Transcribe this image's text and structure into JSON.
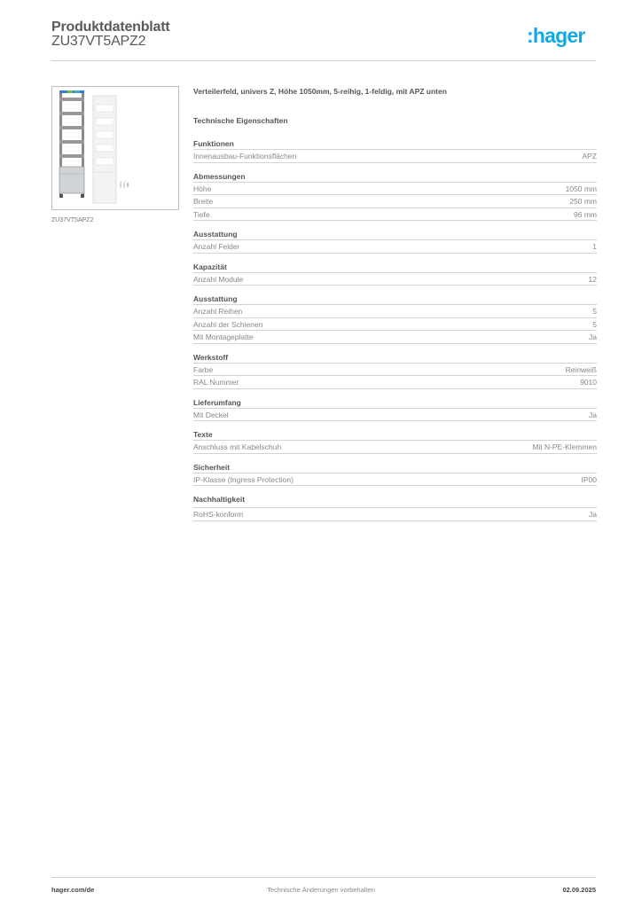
{
  "header": {
    "title": "Produktdatenblatt",
    "article_number": "ZU37VT5APZ2",
    "logo": ":hager",
    "logo_color": "#0fa9e6"
  },
  "product": {
    "image_caption": "ZU37VT5APZ2",
    "description": "Verteilerfeld, univers Z, Höhe 1050mm, 5-reihig, 1-feldig, mit APZ unten",
    "tech_title": "Technische Eigenschaften"
  },
  "sections": [
    {
      "title": "Funktionen",
      "rows": [
        {
          "label": "Innenausbau-Funktionsflächen",
          "value": "APZ"
        }
      ]
    },
    {
      "title": "Abmessungen",
      "rows": [
        {
          "label": "Höhe",
          "value": "1050 mm"
        },
        {
          "label": "Breite",
          "value": "250 mm"
        },
        {
          "label": "Tiefe",
          "value": "96 mm"
        }
      ]
    },
    {
      "title": "Ausstattung",
      "rows": [
        {
          "label": "Anzahl Felder",
          "value": "1"
        }
      ]
    },
    {
      "title": "Kapazität",
      "rows": [
        {
          "label": "Anzahl Module",
          "value": "12"
        }
      ]
    },
    {
      "title": "Ausstattung",
      "rows": [
        {
          "label": "Anzahl Reihen",
          "value": "5"
        },
        {
          "label": "Anzahl der Schienen",
          "value": "5"
        },
        {
          "label": "Mit Montageplatte",
          "value": "Ja"
        }
      ]
    },
    {
      "title": "Werkstoff",
      "rows": [
        {
          "label": "Farbe",
          "value": "Reinweiß"
        },
        {
          "label": "RAL Nummer",
          "value": "9010"
        }
      ]
    },
    {
      "title": "Lieferumfang",
      "rows": [
        {
          "label": "Mit Deckel",
          "value": "Ja"
        }
      ]
    },
    {
      "title": "Texte",
      "rows": [
        {
          "label": "Anschluss mit Kabelschuh",
          "value": "Mit N-PE-Klemmen"
        }
      ]
    },
    {
      "title": "Sicherheit",
      "rows": [
        {
          "label": "IP-Klasse (Ingress Protection)",
          "value": "IP00"
        }
      ]
    },
    {
      "title": "Nachhaltigkeit",
      "rows": [
        {
          "label": "RoHS-konform",
          "value": "Ja"
        }
      ]
    }
  ],
  "footer": {
    "website": "hager.com/de",
    "notice": "Technische Änderungen vorbehalten",
    "date": "02.09.2025"
  }
}
